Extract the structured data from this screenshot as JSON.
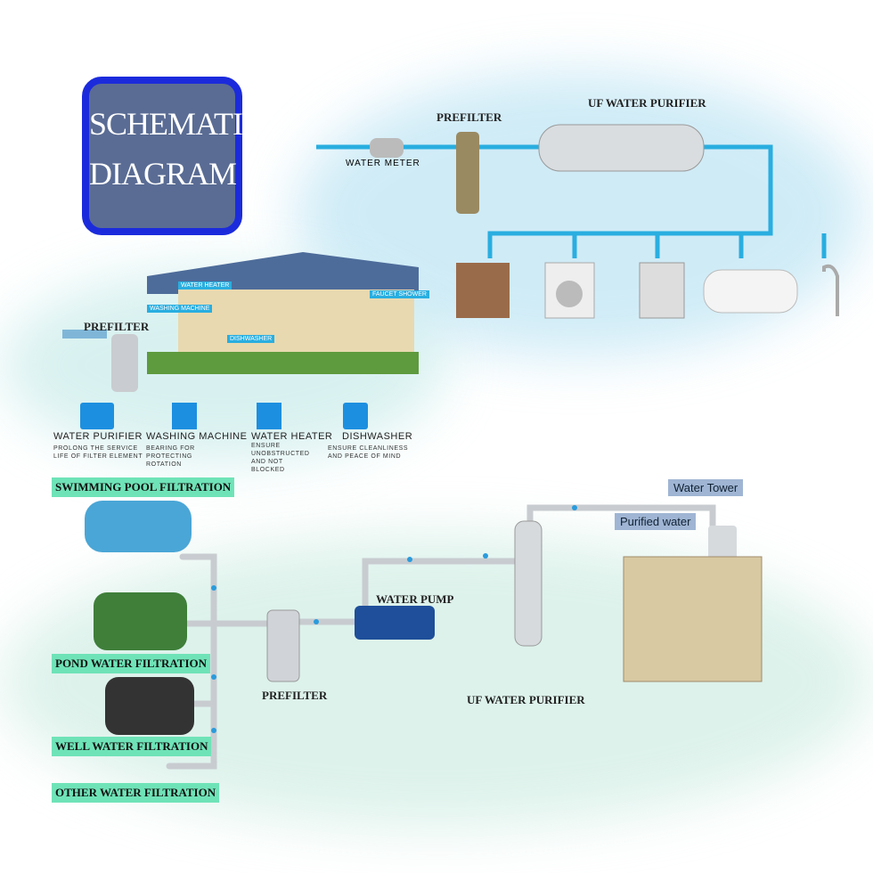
{
  "badge": {
    "line1": "SCHEMATIC",
    "line2": "DIAGRAM"
  },
  "top": {
    "water_meter": "WATER METER",
    "prefilter": "PREFILTER",
    "uf": "UF WATER PURIFIER"
  },
  "house": {
    "prefilter": "PREFILTER",
    "callouts": [
      "WATER HEATER",
      "WASHING MACHINE",
      "DISHWASHER",
      "FAUCET SHOWER"
    ]
  },
  "features": [
    {
      "title": "WATER PURIFIER",
      "desc": "PROLONG THE SERVICE\nLIFE OF FILTER ELEMENT"
    },
    {
      "title": "WASHING MACHINE",
      "desc": "BEARING FOR\nPROTECTING\nROTATION"
    },
    {
      "title": "WATER HEATER",
      "desc": "ENSURE\nUNOBSTRUCTED\nAND NOT\nBLOCKED"
    },
    {
      "title": "DISHWASHER",
      "desc": "ENSURE CLEANLINESS\nAND PEACE OF MIND"
    }
  ],
  "bottom": {
    "sources": [
      "SWIMMING POOL FILTRATION",
      "POND WATER FILTRATION",
      "WELL WATER FILTRATION",
      "OTHER WATER FILTRATION"
    ],
    "prefilter": "PREFILTER",
    "pump": "WATER PUMP",
    "uf": "UF WATER PURIFIER",
    "tower": "Water Tower",
    "purified": "Purified water"
  },
  "colors": {
    "pipe": "#29aee0",
    "badge": "#1b2bdc"
  }
}
